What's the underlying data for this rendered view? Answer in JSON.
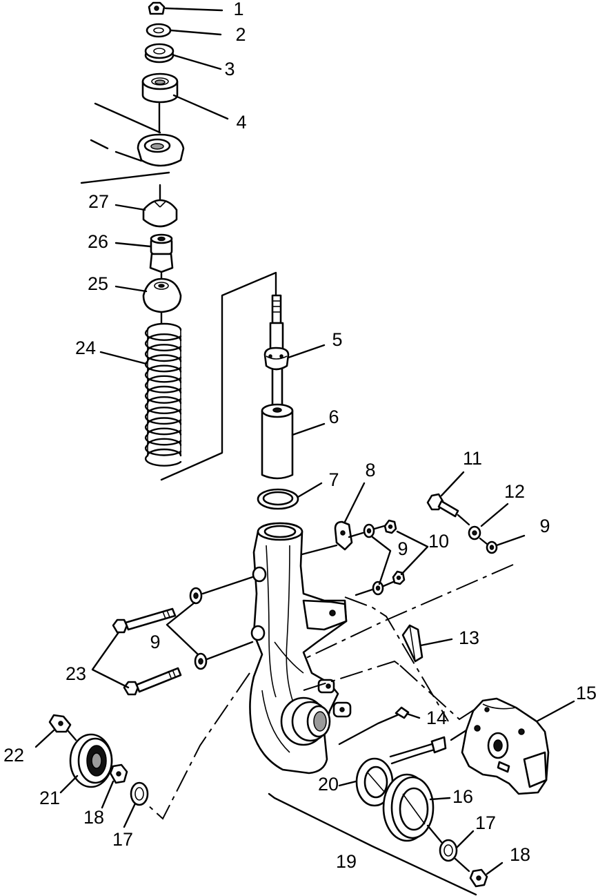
{
  "diagram": {
    "labels": [
      {
        "id": "part-1",
        "text": "1"
      },
      {
        "id": "part-2",
        "text": "2"
      },
      {
        "id": "part-3",
        "text": "3"
      },
      {
        "id": "part-4",
        "text": "4"
      },
      {
        "id": "part-5",
        "text": "5"
      },
      {
        "id": "part-6",
        "text": "6"
      },
      {
        "id": "part-7",
        "text": "7"
      },
      {
        "id": "part-8",
        "text": "8"
      },
      {
        "id": "part-9a",
        "text": "9"
      },
      {
        "id": "part-9b",
        "text": "9"
      },
      {
        "id": "part-9c",
        "text": "9"
      },
      {
        "id": "part-10",
        "text": "10"
      },
      {
        "id": "part-11",
        "text": "11"
      },
      {
        "id": "part-12",
        "text": "12"
      },
      {
        "id": "part-13",
        "text": "13"
      },
      {
        "id": "part-14",
        "text": "14"
      },
      {
        "id": "part-15",
        "text": "15"
      },
      {
        "id": "part-16",
        "text": "16"
      },
      {
        "id": "part-17a",
        "text": "17"
      },
      {
        "id": "part-17b",
        "text": "17"
      },
      {
        "id": "part-18a",
        "text": "18"
      },
      {
        "id": "part-18b",
        "text": "18"
      },
      {
        "id": "part-19",
        "text": "19"
      },
      {
        "id": "part-20",
        "text": "20"
      },
      {
        "id": "part-21",
        "text": "21"
      },
      {
        "id": "part-22",
        "text": "22"
      },
      {
        "id": "part-23",
        "text": "23"
      },
      {
        "id": "part-24",
        "text": "24"
      },
      {
        "id": "part-25",
        "text": "25"
      },
      {
        "id": "part-26",
        "text": "26"
      },
      {
        "id": "part-27",
        "text": "27"
      }
    ]
  }
}
